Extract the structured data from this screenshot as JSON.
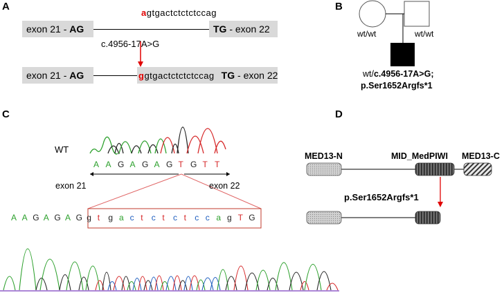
{
  "panels": {
    "a": "A",
    "b": "B",
    "c": "C",
    "d": "D"
  },
  "panel_a": {
    "exon21_prefix": "exon 21 - ",
    "exon21_bold": "AG",
    "exon22_bold": "TG",
    "exon22_suffix": " - exon 22",
    "seq_top_first": "a",
    "seq_top_rest": "gtgactctctctccag",
    "mutation_label": "c.4956-17A>G",
    "seq_bottom_first": "g",
    "seq_bottom_rest": "gtgactctctctccag"
  },
  "panel_b": {
    "father_genotype": "wt/wt",
    "mother_genotype": "wt/wt",
    "proband_line1_prefix": "wt/",
    "proband_line1_bold": "c.4956-17A>G;",
    "proband_line2": "p.Ser1652Argfs*1"
  },
  "panel_c": {
    "wt_label": "WT",
    "wt_bases": [
      "A",
      "A",
      "G",
      "A",
      "G",
      "A",
      "G",
      "T",
      "G",
      "T",
      "T"
    ],
    "exon21_label": "exon 21",
    "exon22_label": "exon 22",
    "mut_bases": [
      "A",
      "A",
      "G",
      "A",
      "G",
      "A",
      "G",
      "g",
      "t",
      "g",
      "a",
      "c",
      "t",
      "c",
      "t",
      "c",
      "t",
      "c",
      "c",
      "a",
      "g",
      "T",
      "G"
    ]
  },
  "panel_d": {
    "domain_n": "MED13-N",
    "domain_mid": "MID_MedPIWI",
    "domain_c": "MED13-C",
    "variant": "p.Ser1652Argfs*1"
  },
  "colors": {
    "A": "#2ca02c",
    "C": "#1f5fbf",
    "G": "#222222",
    "T": "#d62728",
    "mutation": "#e00000",
    "exon_box": "#d9d9d9"
  }
}
